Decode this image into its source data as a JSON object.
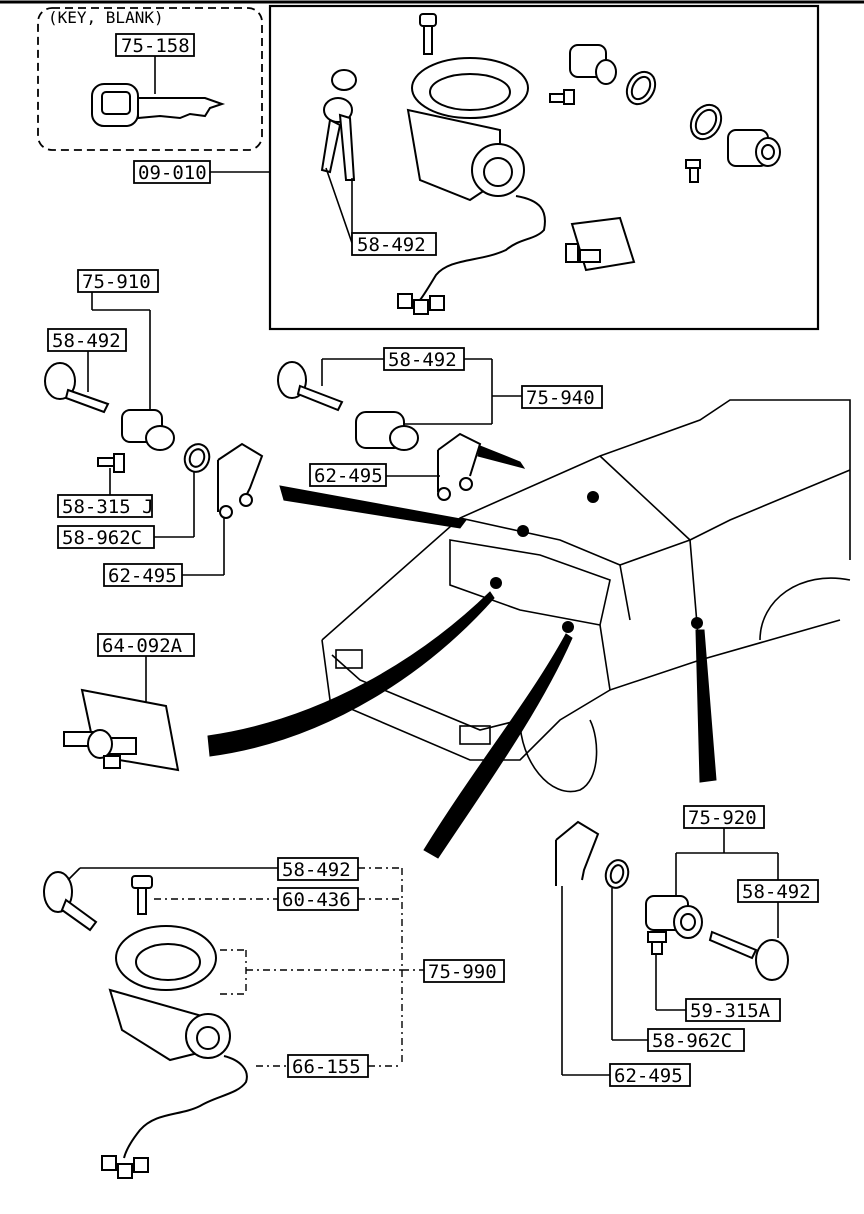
{
  "group_title": "(KEY, BLANK)",
  "labels": {
    "key_blank": "75-158",
    "set_all": "09-010",
    "keys_top": "58-492",
    "cyl_left": "75-910",
    "key_left": "58-492",
    "screw_left": "58-315 J",
    "ring_left": "58-962C",
    "clip_left": "62-495",
    "key_mid": "58-492",
    "cyl_mid": "75-940",
    "clip_mid": "62-495",
    "glovebox": "64-092A",
    "key_bottom": "58-492",
    "screw_bottom": "60-436",
    "switch_assy": "75-990",
    "harness": "66-155",
    "cyl_right": "75-920",
    "key_right": "58-492",
    "screw_right": "59-315A",
    "ring_right": "58-962C",
    "clip_right": "62-495"
  }
}
